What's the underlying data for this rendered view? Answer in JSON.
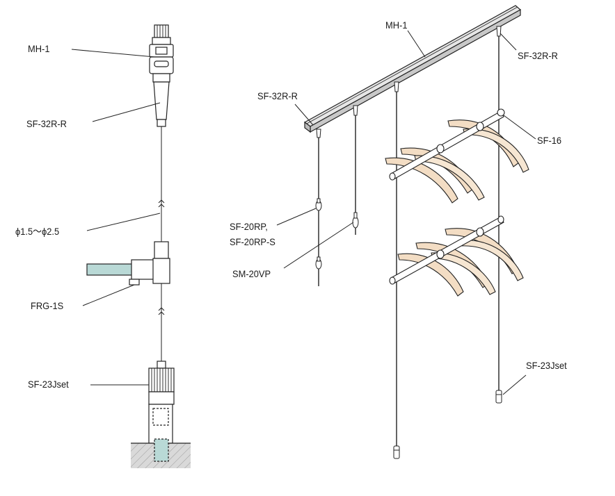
{
  "labels": {
    "left_mh1": "MH-1",
    "left_sf32rr": "SF-32R-R",
    "left_wire": "ϕ1.5〜ϕ2.5",
    "left_frg1s": "FRG-1S",
    "left_sf23jset": "SF-23Jset",
    "right_mh1": "MH-1",
    "right_sf32rr_top": "SF-32R-R",
    "right_sf32rr_left": "SF-32R-R",
    "right_sf16": "SF-16",
    "right_sf20rp_line1": "SF-20RP,",
    "right_sf20rp_line2": "SF-20RP-S",
    "right_sm20vp": "SM-20VP",
    "right_sf23jset": "SF-23Jset"
  },
  "colors": {
    "line": "#222222",
    "rail_fill": "#d8d8d8",
    "hanger_fill": "#f3ddc4",
    "glass_fill": "#b9d9d6",
    "floor_fill": "#d9d9d9",
    "pipe_fill": "#ffffff"
  }
}
